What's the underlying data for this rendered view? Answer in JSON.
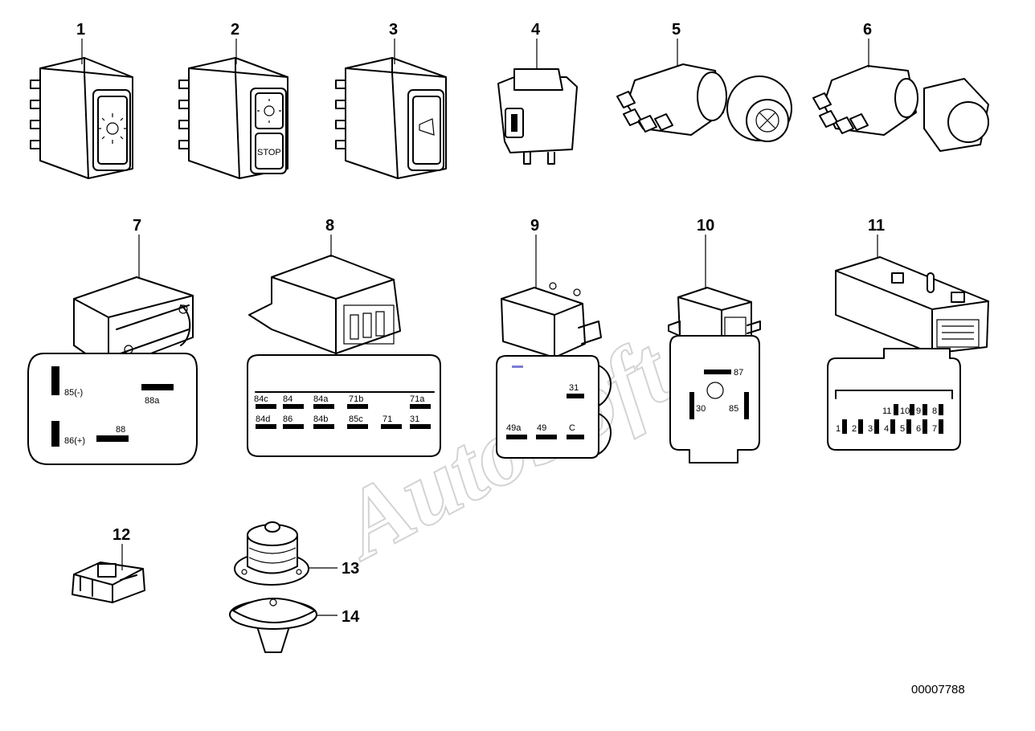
{
  "part_numbers": [
    "1",
    "2",
    "3",
    "4",
    "5",
    "6",
    "7",
    "8",
    "9",
    "10",
    "11",
    "12",
    "13",
    "14"
  ],
  "stop_label": "STOP",
  "connector_7": {
    "pins": [
      "85(-)",
      "88a",
      "86(+)",
      "88"
    ]
  },
  "connector_8": {
    "pins": [
      "84c",
      "84",
      "84a",
      "71b",
      "71a",
      "84d",
      "86",
      "84b",
      "85c",
      "71",
      "31"
    ]
  },
  "connector_9": {
    "pins": [
      "31",
      "49a",
      "49",
      "C"
    ]
  },
  "connector_10": {
    "pins": [
      "87",
      "30",
      "85"
    ]
  },
  "connector_11": {
    "pins": [
      "11",
      "10",
      "9",
      "8",
      "1",
      "2",
      "3",
      "4",
      "5",
      "6",
      "7"
    ]
  },
  "watermark": "AutoSoft",
  "document_number": "00007788"
}
